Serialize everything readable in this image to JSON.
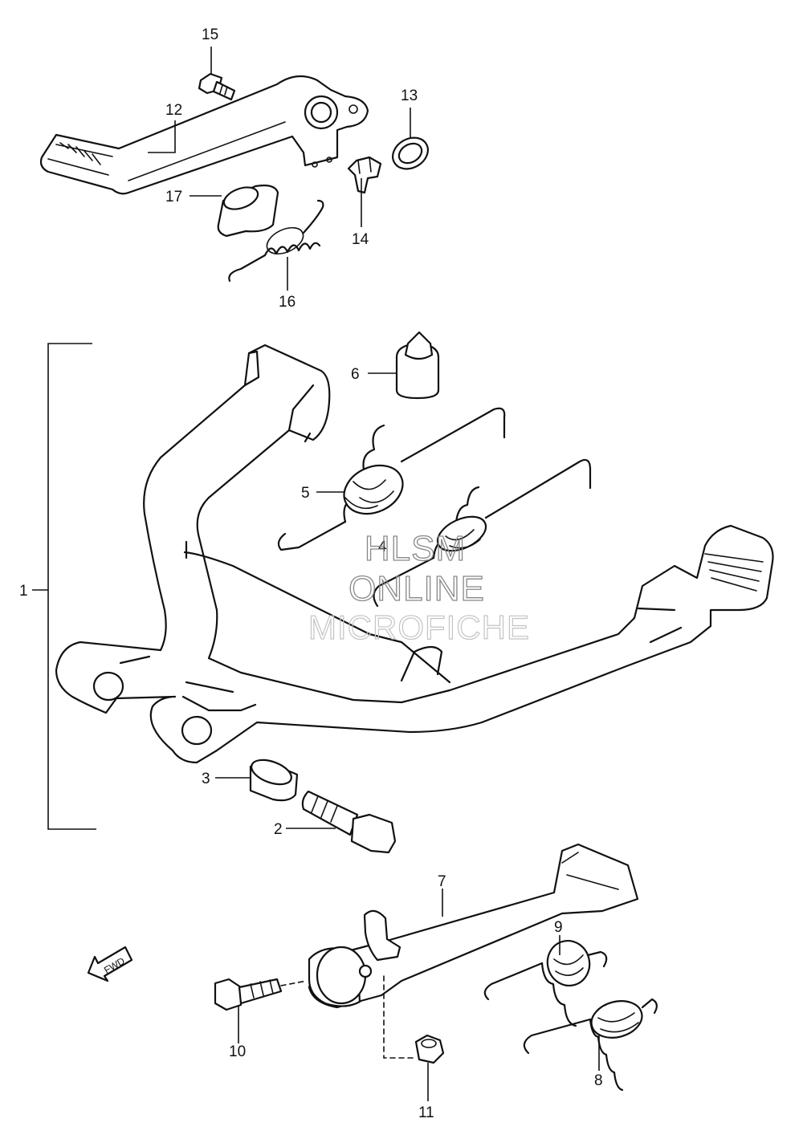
{
  "callouts": {
    "c1": "1",
    "c2": "2",
    "c3": "3",
    "c4": "4",
    "c5": "5",
    "c6": "6",
    "c7": "7",
    "c8": "8",
    "c9": "9",
    "c10": "10",
    "c11": "11",
    "c12": "12",
    "c13": "13",
    "c14": "14",
    "c15": "15",
    "c16": "16",
    "c17": "17"
  },
  "watermark": {
    "line1": "HLSM",
    "line2": "ONLINE",
    "line3": "MICROFICHE"
  },
  "direction": {
    "label": "FWD"
  }
}
